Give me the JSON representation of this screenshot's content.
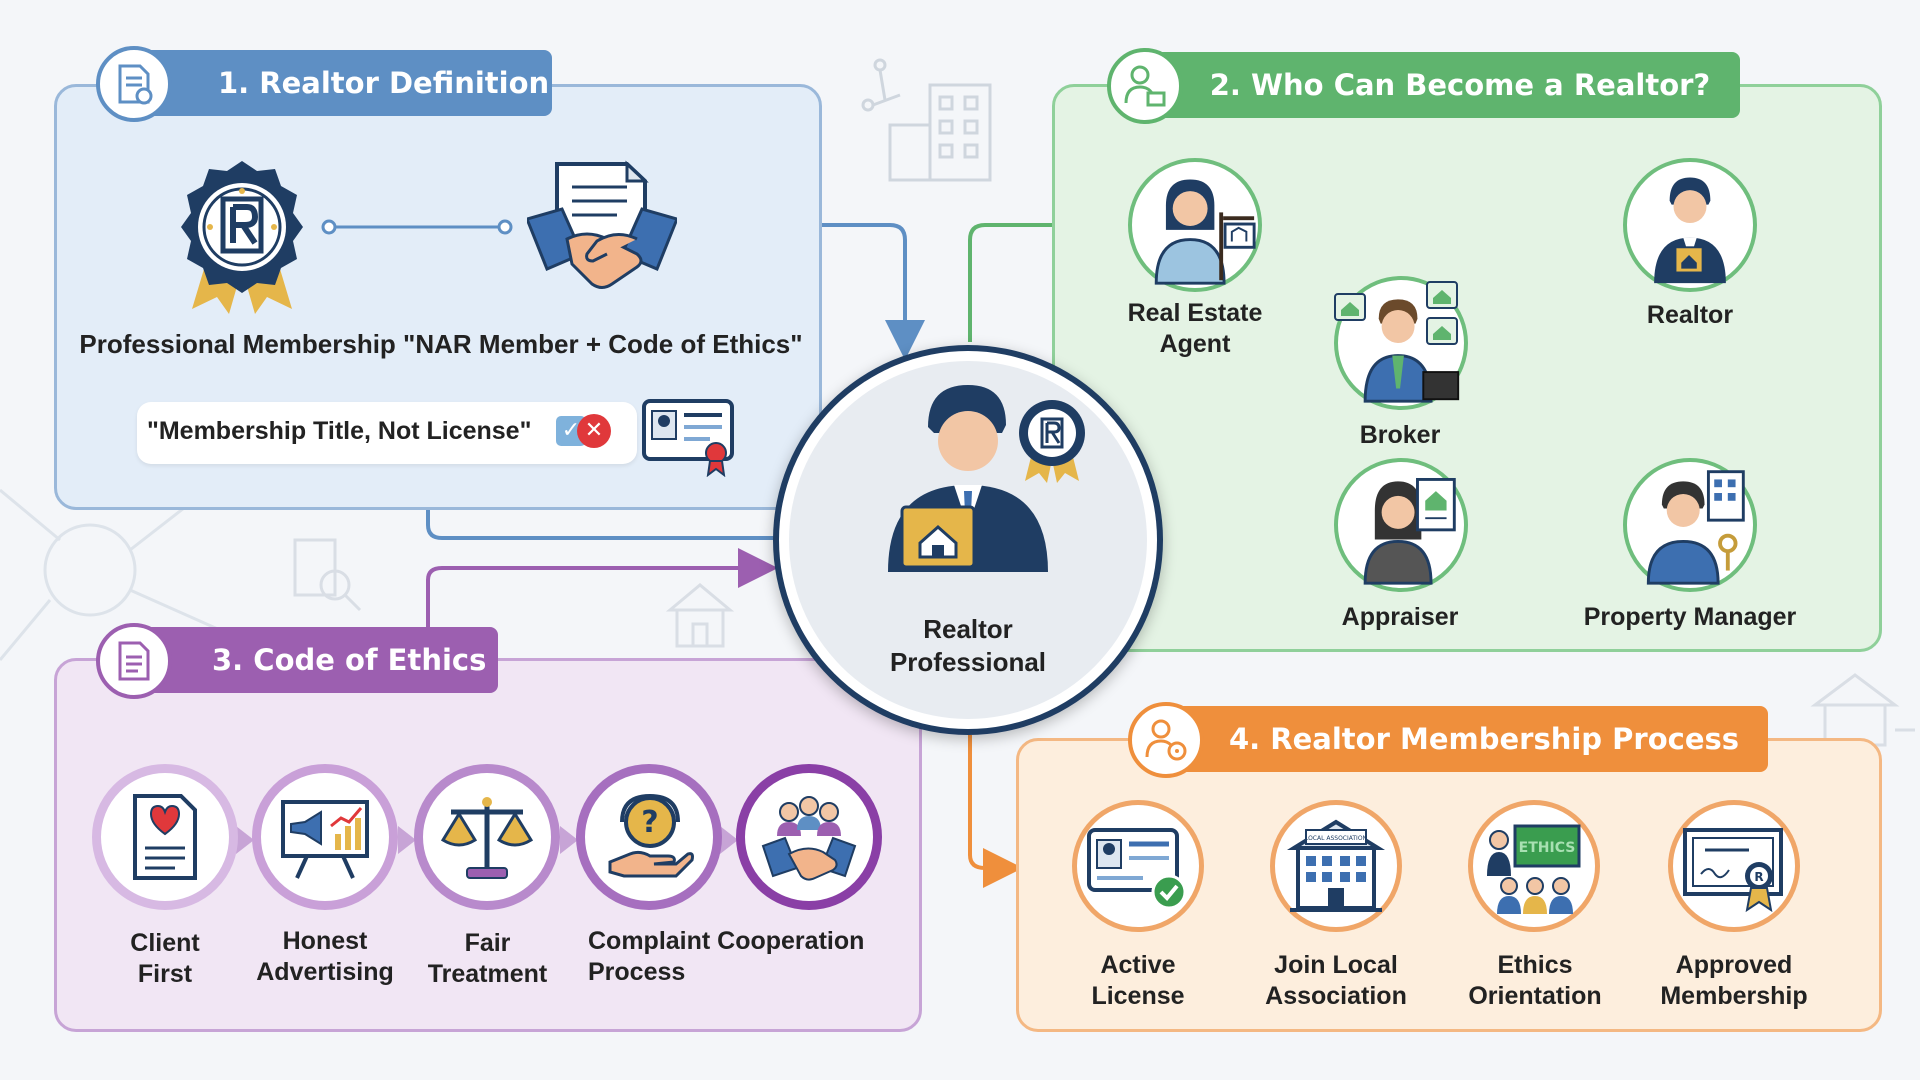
{
  "colors": {
    "blue": "#5e8fc4",
    "green": "#5fb46e",
    "purple": "#9c5fb0",
    "orange": "#ef8f3c",
    "navy": "#1f3d63"
  },
  "section1": {
    "title": "1. Realtor Definition",
    "membership_text": "Professional Membership \"NAR Member + Code of Ethics\"",
    "note_text": "\"Membership Title, Not License\"",
    "icons": [
      "document-icon",
      "nar-badge-icon",
      "handshake-contract-icon",
      "id-card-icon"
    ]
  },
  "section2": {
    "title": "2. Who Can Become a Realtor?",
    "roles": {
      "agent": "Real Estate Agent",
      "broker": "Broker",
      "appraiser": "Appraiser",
      "manager": "Property Manager",
      "realtor": "Realtor"
    }
  },
  "center": {
    "label_line1": "Realtor",
    "label_line2": "Professional"
  },
  "section3": {
    "title": "3. Code of Ethics",
    "items": [
      {
        "line1": "Client",
        "line2": "First",
        "icon": "heart-document-icon"
      },
      {
        "line1": "Honest",
        "line2": "Advertising",
        "icon": "megaphone-chart-icon"
      },
      {
        "line1": "Fair",
        "line2": "Treatment",
        "icon": "scales-icon"
      },
      {
        "line1": "Complaint Cooperation",
        "line2": "Process",
        "icon": "support-question-icon"
      },
      {
        "icon": "team-handshake-icon"
      }
    ]
  },
  "section4": {
    "title": "4. Realtor Membership Process",
    "steps": [
      {
        "line1": "Active",
        "line2": "License",
        "icon": "license-check-icon"
      },
      {
        "line1": "Join Local",
        "line2": "Association",
        "icon": "association-building-icon",
        "sign": "LOCAL ASSOCIATION"
      },
      {
        "line1": "Ethics",
        "line2": "Orientation",
        "icon": "classroom-icon",
        "board": "ETHICS"
      },
      {
        "line1": "Approved",
        "line2": "Membership",
        "icon": "certificate-icon"
      }
    ]
  }
}
